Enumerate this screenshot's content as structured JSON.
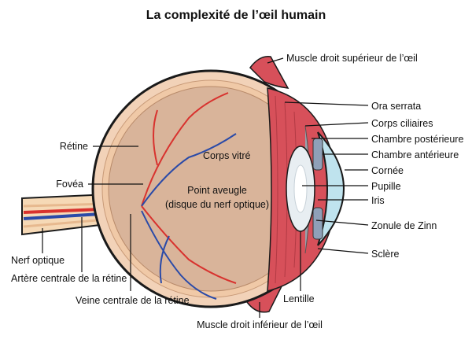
{
  "title": "La complexité de l’œil humain",
  "labels": {
    "muscle_superieur": "Muscle droit supérieur de l’œil",
    "ora_serrata": "Ora serrata",
    "corps_ciliaires": "Corps ciliaires",
    "chambre_posterieure": "Chambre postérieure",
    "chambre_anterieure": "Chambre antérieure",
    "cornee": "Cornée",
    "pupille": "Pupille",
    "iris": "Iris",
    "zonule": "Zonule de Zinn",
    "sclere": "Sclère",
    "lentille": "Lentille",
    "muscle_inferieur": "Muscle droit inférieur de l’œil",
    "retine": "Rétine",
    "fovea": "Fovéa",
    "corps_vitre": "Corps vitré",
    "point_aveugle_1": "Point aveugle",
    "point_aveugle_2": "(disque du nerf optique)",
    "nerf_optique": "Nerf optique",
    "artere": "Artère centrale de la rétine",
    "veine": "Veine centrale de la rétine"
  },
  "colors": {
    "sclera_outline": "#1a1a1a",
    "vitreous": "#d9b49a",
    "retina_band": "#f2d2b8",
    "muscle": "#d7505a",
    "muscle_dark": "#b23a44",
    "cornea": "#bfe3ee",
    "lens": "#e8eef2",
    "iris": "#8fa0b8",
    "ciliary": "#9aa2ac",
    "artery": "#d8322e",
    "vein": "#2a4aa8",
    "nerve": "#f6d9b6"
  }
}
